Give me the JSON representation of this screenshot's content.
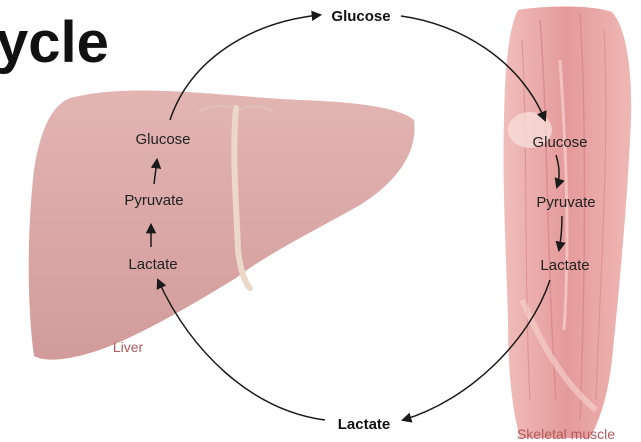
{
  "title": "ycle",
  "top_metabolite": "Glucose",
  "bottom_metabolite": "Lactate",
  "liver": {
    "label": "Liver",
    "steps": [
      "Glucose",
      "Pyruvate",
      "Lactate"
    ]
  },
  "muscle": {
    "label": "Skeletal muscle",
    "steps": [
      "Glucose",
      "Pyruvate",
      "Lactate"
    ]
  },
  "colors": {
    "organ_label": "#b15a5e",
    "liver_fill": "#dba8a7",
    "muscle_fill": "#e7a3a3",
    "arrow": "#1a1a1a"
  }
}
